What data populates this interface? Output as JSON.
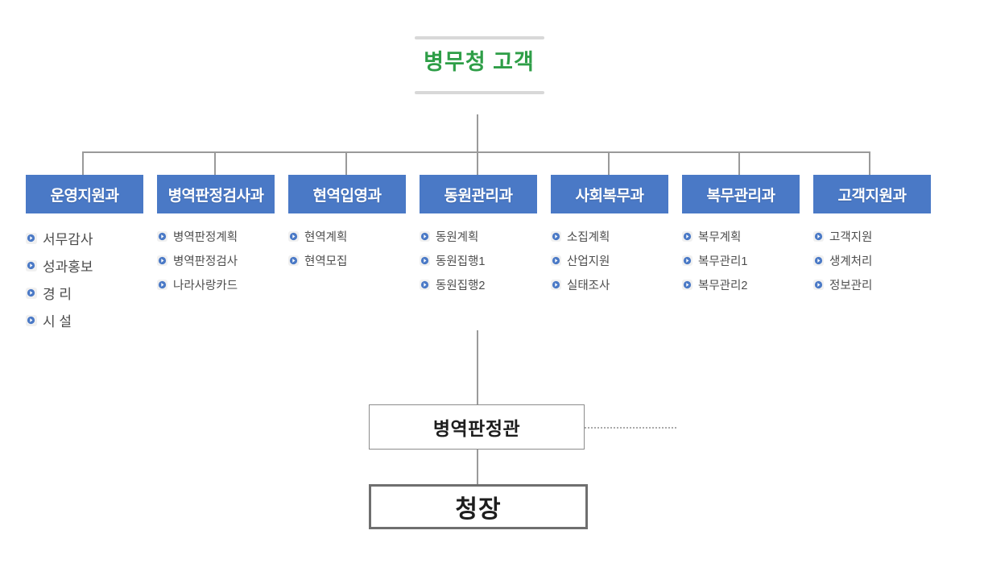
{
  "chart_title": "병무청 고객",
  "root": {
    "label": "병무청 고객",
    "color": "#2e9e47"
  },
  "theme": {
    "department_fill": "#4a79c6",
    "department_text": "#ffffff",
    "line_color": "#9a9a9a",
    "bullet_color": "#4a79c6",
    "item_text": "#4d4d4d",
    "box_border": "#8c8c8c",
    "box_border_strong": "#6f6f6f"
  },
  "departments": [
    {
      "name": "운영지원과",
      "items": [
        "서무감사",
        "성과홍보",
        "경 리",
        "시 설"
      ]
    },
    {
      "name": "병역판정검사과",
      "items": [
        "병역판정계획",
        "병역판정검사",
        "나라사랑카드"
      ]
    },
    {
      "name": "현역입영과",
      "items": [
        "현역계획",
        "현역모집"
      ]
    },
    {
      "name": "동원관리과",
      "items": [
        "동원계획",
        "동원집행1",
        "동원집행2"
      ]
    },
    {
      "name": "사회복무과",
      "items": [
        "소집계획",
        "산업지원",
        "실태조사"
      ]
    },
    {
      "name": "복무관리과",
      "items": [
        "복무계획",
        "복무관리1",
        "복무관리2"
      ]
    },
    {
      "name": "고객지원과",
      "items": [
        "고객지원",
        "생계처리",
        "정보관리"
      ]
    }
  ],
  "lower_nodes": [
    {
      "label": "병역판정관",
      "style": "thin"
    },
    {
      "label": "청장",
      "style": "thick"
    }
  ],
  "icons": {
    "bullet": "arrow-right-circle-icon"
  }
}
